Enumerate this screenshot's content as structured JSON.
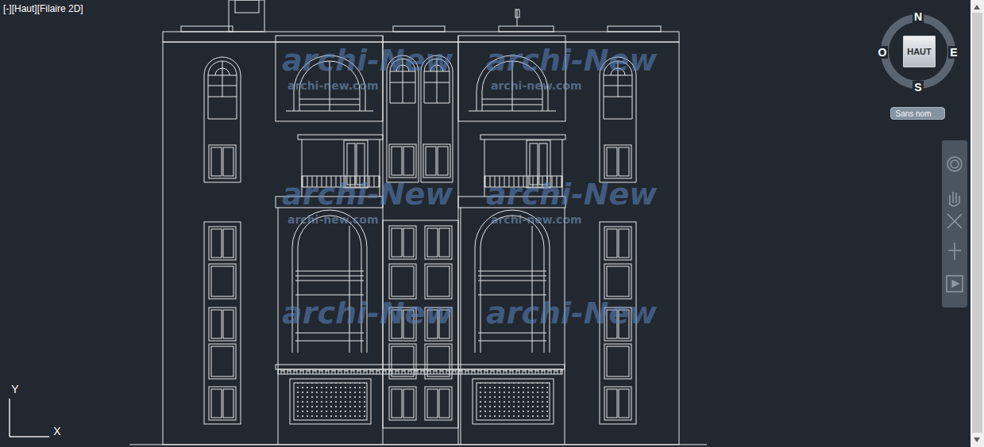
{
  "diagram": {
    "nodes": [
      {
        "text": [
          "HAUT"
        ]
      },
      {
        "text": [
          "Sans nom"
        ]
      }
    ],
    "labels": [
      "[-][Haut][Filaire 2D]",
      "N",
      "O",
      "E",
      "S",
      "Y",
      "X",
      "archi-New",
      "archi-New",
      "archi-New",
      "archi-New",
      "archi-New",
      "archi-New",
      "archi-new.com",
      "archi-new.com",
      "archi-new.com",
      "archi-new.com"
    ]
  }
}
